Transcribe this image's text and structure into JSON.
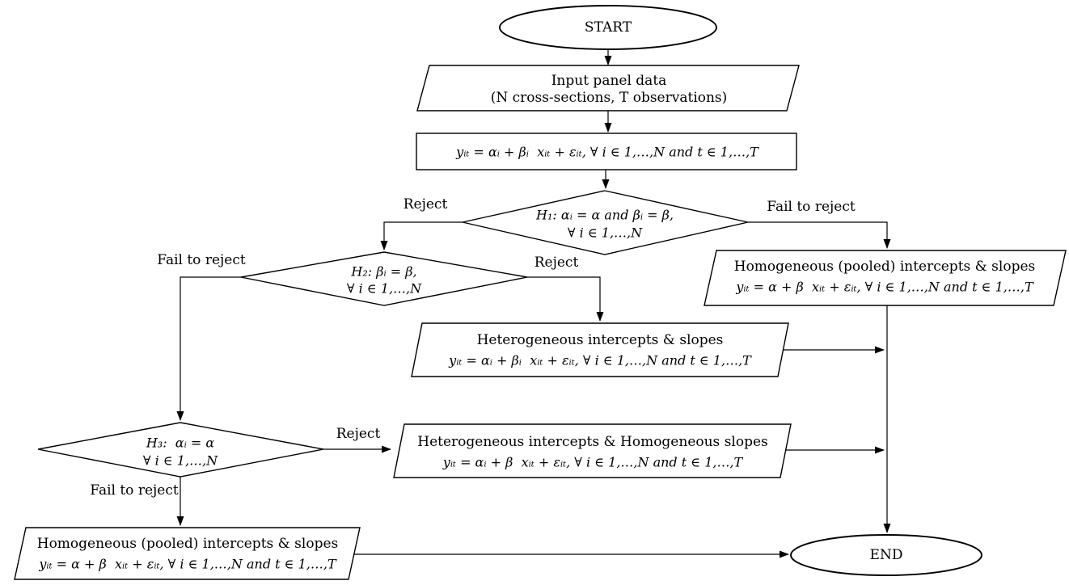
{
  "flowchart": {
    "background_color": "#ffffff",
    "stroke_color": "#000000",
    "text_color": "#000000",
    "nodes": {
      "start": {
        "label": "START"
      },
      "input": {
        "line1": "Input panel data",
        "line2": "(N cross-sections, T observations)"
      },
      "model": {
        "equation": "yᵢₜ = αᵢ + βᵢ  xᵢₜ + εᵢₜ, ∀ i ∈ 1,…,N and t ∈ 1,…,T"
      },
      "h1": {
        "line1": "H₁: αᵢ = α and βᵢ = β,",
        "line2": "∀ i ∈ 1,…,N"
      },
      "h2": {
        "line1": "H₂: βᵢ = β,",
        "line2": "∀ i ∈ 1,…,N"
      },
      "h3": {
        "line1": "H₃:  αᵢ = α",
        "line2": "∀ i ∈ 1,…,N"
      },
      "pooled_top": {
        "title": "Homogeneous (pooled) intercepts & slopes",
        "equation": "yᵢₜ = α + β  xᵢₜ + εᵢₜ, ∀ i ∈ 1,…,N and t ∈ 1,…,T"
      },
      "hetero": {
        "title": "Heterogeneous intercepts & slopes",
        "equation": "yᵢₜ = αᵢ + βᵢ  xᵢₜ + εᵢₜ, ∀ i ∈ 1,…,N and t ∈ 1,…,T"
      },
      "hetero_homo": {
        "title": "Heterogeneous intercepts & Homogeneous slopes",
        "equation": "yᵢₜ = αᵢ + β  xᵢₜ + εᵢₜ, ∀ i ∈ 1,…,N and t ∈ 1,…,T"
      },
      "pooled_bottom": {
        "title": "Homogeneous (pooled) intercepts & slopes",
        "equation": "yᵢₜ = α + β  xᵢₜ + εᵢₜ, ∀ i ∈ 1,…,N and t ∈ 1,…,T"
      },
      "end": {
        "label": "END"
      }
    },
    "edge_labels": {
      "h1_reject": "Reject",
      "h1_fail_to_reject": "Fail to reject",
      "h2_reject": "Reject",
      "h2_fail_to_reject": "Fail to reject",
      "h3_reject": "Reject",
      "h3_fail_to_reject": "Fail to reject"
    }
  }
}
